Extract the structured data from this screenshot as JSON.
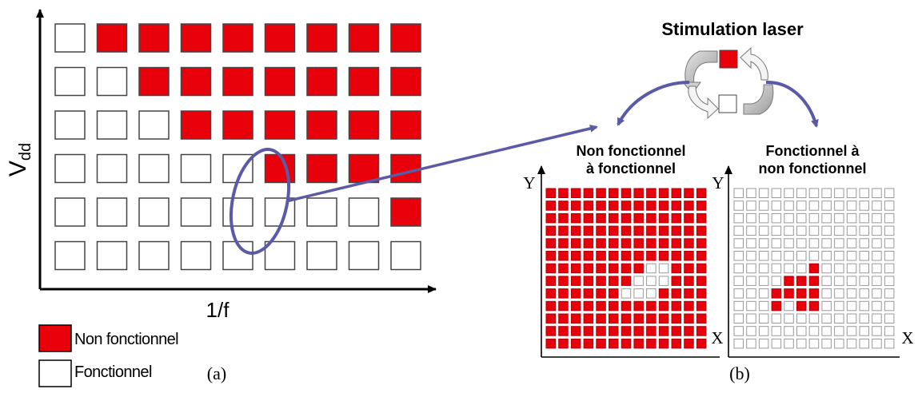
{
  "panel_a": {
    "y_axis_label": "V",
    "y_axis_sub": "dd",
    "x_axis_label": "1/f",
    "grid_rows": [
      [
        0,
        1,
        1,
        1,
        1,
        1,
        1,
        1,
        1
      ],
      [
        0,
        0,
        1,
        1,
        1,
        1,
        1,
        1,
        1
      ],
      [
        0,
        0,
        0,
        1,
        1,
        1,
        1,
        1,
        1
      ],
      [
        0,
        0,
        0,
        0,
        0,
        1,
        1,
        1,
        1
      ],
      [
        0,
        0,
        0,
        0,
        0,
        0,
        0,
        0,
        1
      ],
      [
        0,
        0,
        0,
        0,
        0,
        0,
        0,
        0,
        0
      ]
    ],
    "legend": [
      {
        "label": "Non fonctionnel",
        "color": "#e8000b"
      },
      {
        "label": "Fonctionnel",
        "color": "#ffffff"
      }
    ],
    "caption": "(a)"
  },
  "panel_b": {
    "title": "Stimulation laser",
    "map_left": {
      "title_line1": "Non fonctionnel",
      "title_line2": "à fonctionnel",
      "y_label": "Y",
      "x_label": "X",
      "white_cells": [
        [
          6,
          8
        ],
        [
          6,
          9
        ],
        [
          7,
          7
        ],
        [
          7,
          8
        ],
        [
          7,
          9
        ],
        [
          8,
          6
        ],
        [
          8,
          7
        ],
        [
          8,
          8
        ]
      ]
    },
    "map_right": {
      "title_line1": "Fonctionnel à",
      "title_line2": "non fonctionnel",
      "y_label": "Y",
      "x_label": "X",
      "red_cells": [
        [
          6,
          6
        ],
        [
          7,
          4
        ],
        [
          7,
          5
        ],
        [
          7,
          6
        ],
        [
          8,
          3
        ],
        [
          8,
          4
        ],
        [
          8,
          5
        ],
        [
          8,
          6
        ],
        [
          9,
          3
        ],
        [
          9,
          5
        ],
        [
          9,
          6
        ]
      ]
    },
    "caption": "(b)"
  },
  "colors": {
    "red": "#e8000b",
    "arrow": "#5a5aa6",
    "axis": "#000000",
    "cell_border": "#444444",
    "small_cell_border": "#9a9a9a"
  }
}
